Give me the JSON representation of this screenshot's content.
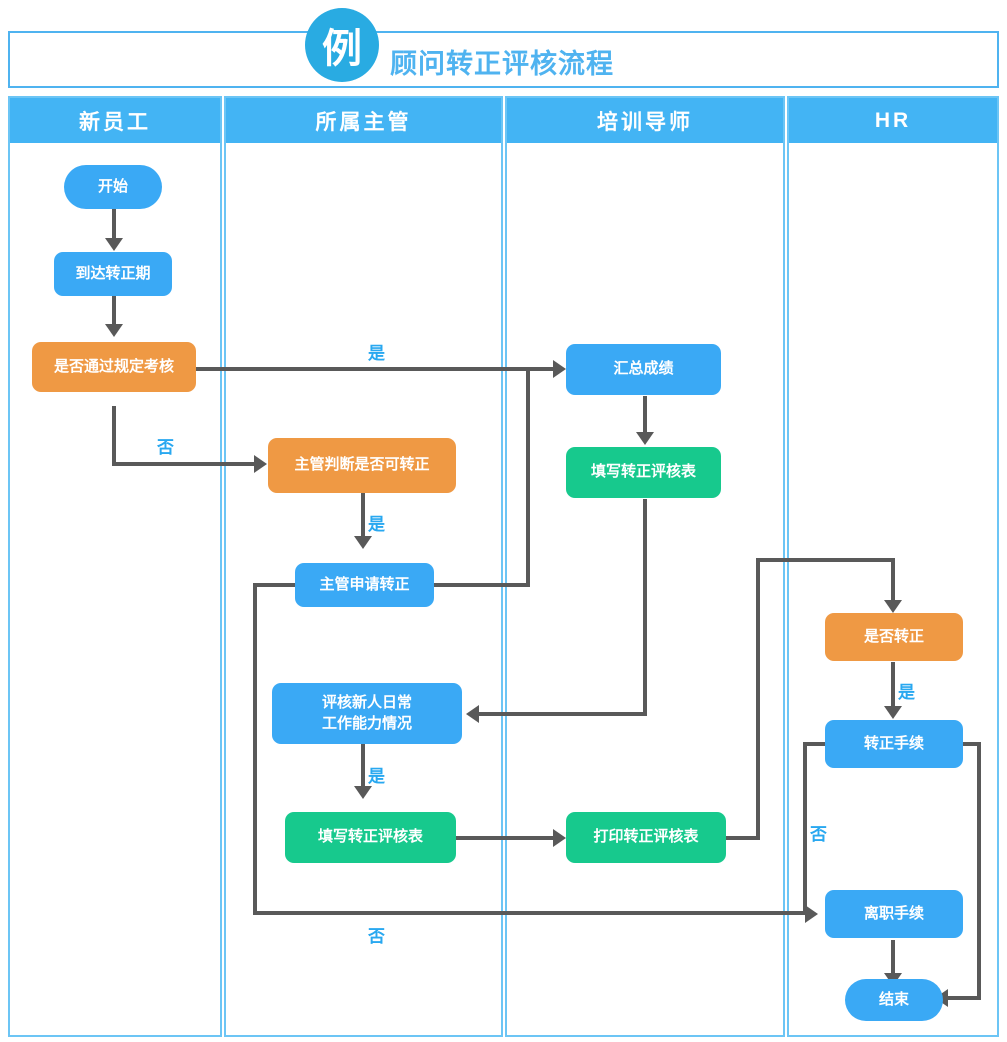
{
  "header": {
    "badge": "例",
    "title": "顾问转正评核流程"
  },
  "lanes": [
    {
      "id": "lane-new-employee",
      "label": "新员工"
    },
    {
      "id": "lane-supervisor",
      "label": "所属主管"
    },
    {
      "id": "lane-trainer",
      "label": "培训导师"
    },
    {
      "id": "lane-hr",
      "label": "HR"
    }
  ],
  "nodes": {
    "start": {
      "label": "开始",
      "shape": "pill",
      "color": "#3aa9f5",
      "lane": "新员工"
    },
    "reach_period": {
      "label": "到达转正期",
      "shape": "rect",
      "color": "#3aa9f5",
      "lane": "新员工"
    },
    "pass_exam": {
      "label": "是否通过规定考核",
      "shape": "decision",
      "color": "#ef9944",
      "lane": "新员工"
    },
    "supervisor_judge": {
      "label": "主管判断是否可转正",
      "shape": "decision",
      "color": "#ef9944",
      "lane": "所属主管"
    },
    "supervisor_apply": {
      "label": "主管申请转正",
      "shape": "rect",
      "color": "#3aa9f5",
      "lane": "所属主管"
    },
    "evaluate_daily": {
      "label": "评核新人日常\n工作能力情况",
      "line1": "评核新人日常",
      "line2": "工作能力情况",
      "shape": "rect",
      "color": "#3aa9f5",
      "lane": "所属主管"
    },
    "fill_form_sup": {
      "label": "填写转正评核表",
      "shape": "rect",
      "color": "#17c98d",
      "lane": "所属主管"
    },
    "summarize": {
      "label": "汇总成绩",
      "shape": "rect",
      "color": "#3aa9f5",
      "lane": "培训导师"
    },
    "fill_form_trainer": {
      "label": "填写转正评核表",
      "shape": "rect",
      "color": "#17c98d",
      "lane": "培训导师"
    },
    "print_form": {
      "label": "打印转正评核表",
      "shape": "rect",
      "color": "#17c98d",
      "lane": "培训导师"
    },
    "confirm_regular": {
      "label": "是否转正",
      "shape": "decision",
      "color": "#ef9944",
      "lane": "HR"
    },
    "regular_procedure": {
      "label": "转正手续",
      "shape": "rect",
      "color": "#3aa9f5",
      "lane": "HR"
    },
    "resign_procedure": {
      "label": "离职手续",
      "shape": "rect",
      "color": "#3aa9f5",
      "lane": "HR"
    },
    "end": {
      "label": "结束",
      "shape": "pill",
      "color": "#3aa9f5",
      "lane": "HR"
    }
  },
  "edge_labels": {
    "yes_exam": "是",
    "no_exam": "否",
    "yes_supervisor": "是",
    "yes_evaluate": "是",
    "yes_hr": "是",
    "no_hr": "否",
    "no_apply": "否"
  },
  "colors": {
    "lane_header": "#43b4f4",
    "lane_border": "#6cc5f5",
    "node_blue": "#3aa9f5",
    "node_orange": "#ef9944",
    "node_green": "#17c98d",
    "connector": "#595959",
    "edge_label": "#29a8f0",
    "title": "#4fb3f0",
    "badge": "#29abe2"
  }
}
